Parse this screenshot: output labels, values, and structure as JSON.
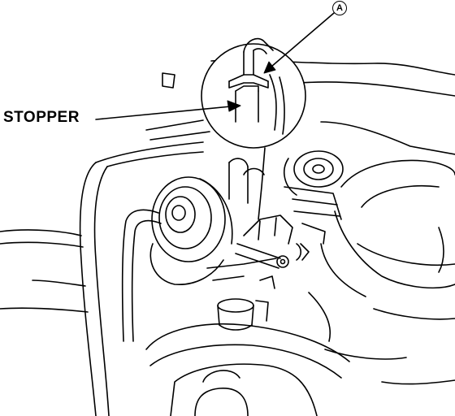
{
  "labels": {
    "stopper": "STOPPER",
    "callout_a": "A"
  },
  "icons": {
    "callout_a": "circled-letter-callout"
  },
  "colors": {
    "line": "#000000",
    "background": "#ffffff"
  }
}
